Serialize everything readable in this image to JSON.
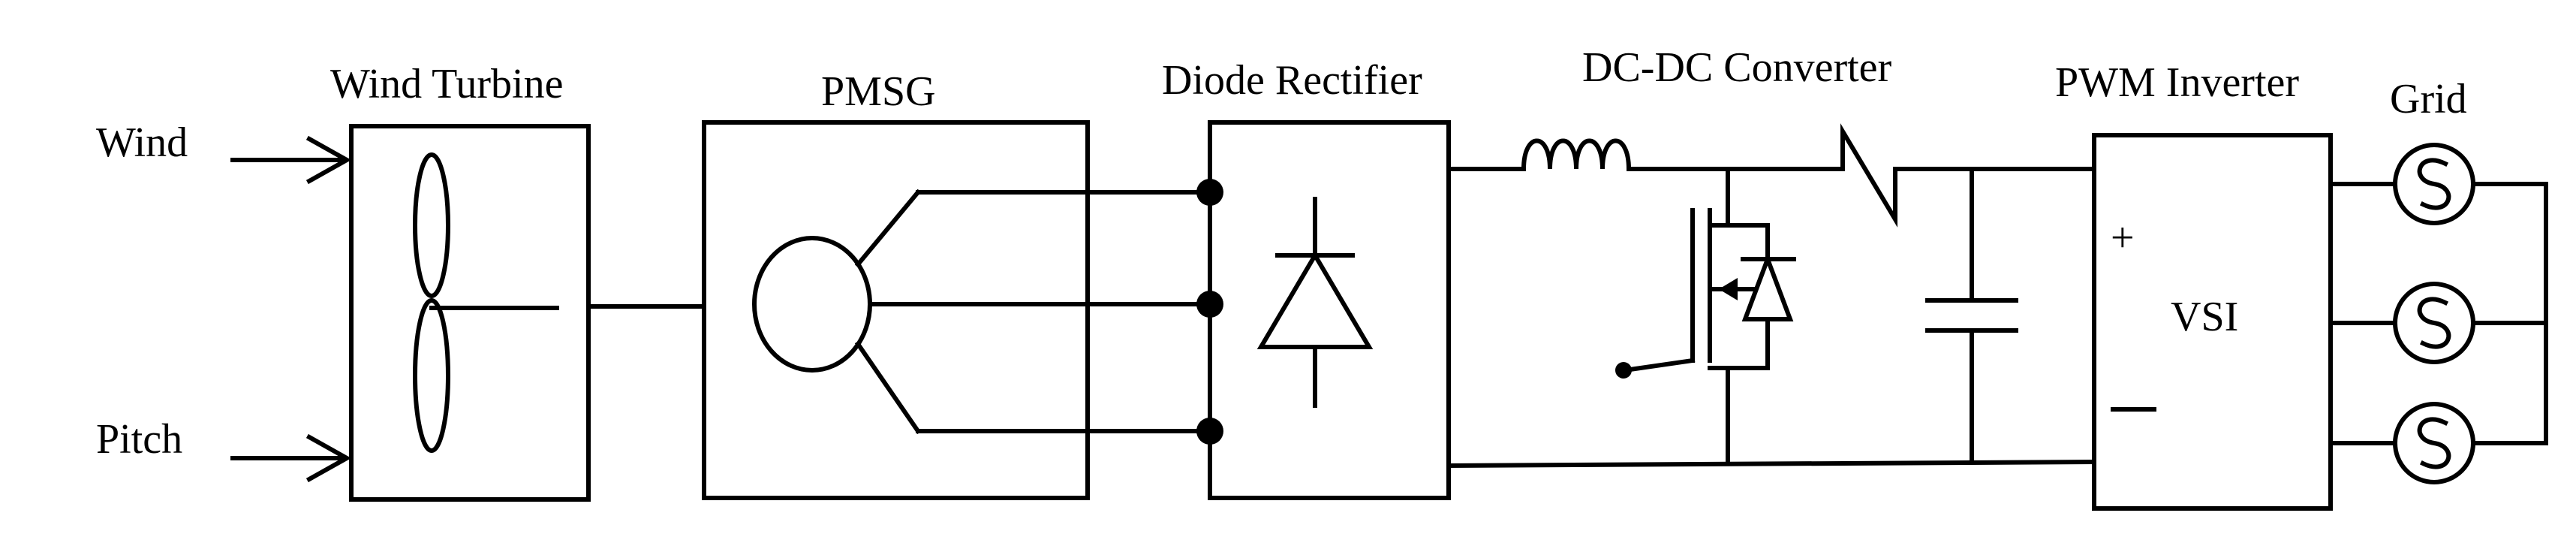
{
  "labels": {
    "wind_input": "Wind",
    "pitch_input": "Pitch",
    "wind_turbine": "Wind Turbine",
    "pmsg": "PMSG",
    "diode_rectifier": "Diode Rectifier",
    "dcdc_converter": "DC-DC Converter",
    "pwm_inverter": "PWM Inverter",
    "grid": "Grid",
    "vsi": "VSI",
    "plus": "+",
    "minus": "−"
  }
}
